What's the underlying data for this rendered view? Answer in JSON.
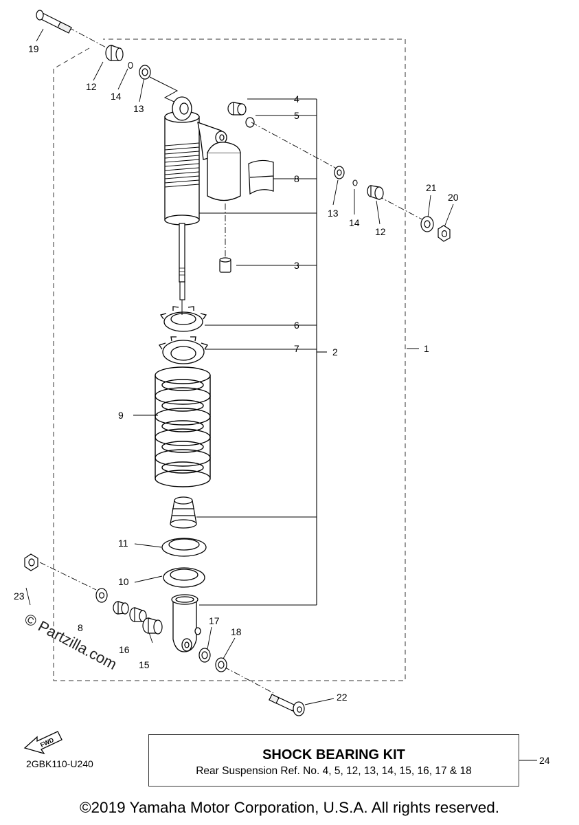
{
  "callouts": {
    "c1": "1",
    "c2": "2",
    "c3": "3",
    "c4": "4",
    "c5": "5",
    "c6": "6",
    "c7": "7",
    "c8": "8",
    "c8b": "8",
    "c9": "9",
    "c10": "10",
    "c11": "11",
    "c12": "12",
    "c12b": "12",
    "c13": "13",
    "c13b": "13",
    "c14": "14",
    "c14b": "14",
    "c15": "15",
    "c16": "16",
    "c17": "17",
    "c18": "18",
    "c19": "19",
    "c20": "20",
    "c21": "21",
    "c22": "22",
    "c23": "23",
    "c24": "24"
  },
  "fwd_label": "FWD",
  "watermark": "© Partzilla.com",
  "figure_code": "2GBK110-U240",
  "kit_box": {
    "title": "SHOCK BEARING KIT",
    "description": "Rear Suspension Ref. No. 4, 5, 12, 13, 14, 15, 16, 17 & 18"
  },
  "copyright": "©2019 Yamaha Motor Corporation, U.S.A. All rights reserved."
}
